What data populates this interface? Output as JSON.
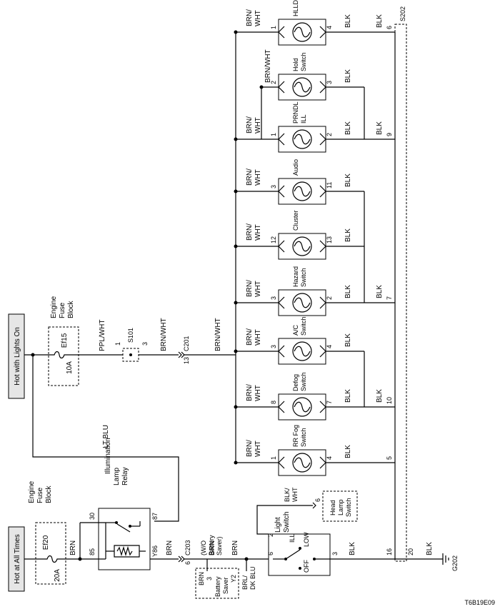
{
  "diagram": {
    "code": "T6B19E09",
    "power": {
      "hot_at_all_times": "Hot at All Times",
      "hot_with_lights_on": "Hot with Lights On"
    },
    "fuses": {
      "ef20": {
        "name": "Ef20",
        "rating": "20A",
        "block": [
          "Engine",
          "Fuse",
          "Block"
        ]
      },
      "ef15": {
        "name": "Ef15",
        "rating": "10A",
        "block": [
          "Engine",
          "Fuse",
          "Block"
        ]
      }
    },
    "relay": {
      "title": [
        "Illumination",
        "Lamp",
        "Relay"
      ],
      "pins": {
        "p30": "30",
        "p85": "85",
        "p86": "Y86",
        "p87": "87"
      }
    },
    "connectors": {
      "s101": {
        "name": "S101",
        "pin_in": "1",
        "pin_out": "3"
      },
      "c201": {
        "name": "C201",
        "pin": "13"
      },
      "c203": {
        "name": "C203",
        "pin": "6"
      },
      "s202": {
        "name": "S202"
      },
      "g202": {
        "name": "G202"
      }
    },
    "wires": {
      "brn": "BRN",
      "ppl_wht": "PPL/WHT",
      "lt_blu": "LT BLU",
      "brn_wht": "BRN/WHT",
      "brn_wht_top": "BRN/",
      "brn_wht_bottom": "WHT",
      "blk": "BLK",
      "blk_wht_top": "BLK/",
      "blk_wht_bottom": "WHT",
      "brl": "BRL/",
      "dk_blu": "DK BLU"
    },
    "wo_battery_saver": [
      "(W/O",
      "Battery",
      "Saver)"
    ],
    "battery_saver": {
      "name": [
        "Battery",
        "Saver"
      ],
      "pin_brn": "3",
      "pin_brl": "Y2"
    },
    "light_switch": {
      "name": [
        "Light",
        "Switch"
      ],
      "pins": {
        "p2": "2",
        "p6": "6",
        "p3": "3"
      },
      "positions": {
        "ill": "ILL",
        "low": "LOW",
        "off": "OFF"
      }
    },
    "head_lamp_switch": {
      "name": [
        "Head",
        "Lamp",
        "Switch"
      ],
      "pin": "6"
    },
    "s202_pins": {
      "p20": "20",
      "p16": "16",
      "p5": "5",
      "p10": "10",
      "p7": "7",
      "p9": "9",
      "p6": "6"
    },
    "bulbs": [
      {
        "name": [
          "RR Fog",
          "Switch"
        ],
        "pin_in": "1",
        "pin_out": "4"
      },
      {
        "name": [
          "Defog",
          "Switch"
        ],
        "pin_in": "8",
        "pin_out": "7"
      },
      {
        "name": [
          "A/C",
          "Switch"
        ],
        "pin_in": "3",
        "pin_out": "4"
      },
      {
        "name": [
          "Hazard",
          "Switch"
        ],
        "pin_in": "3",
        "pin_out": "2"
      },
      {
        "name": [
          "Cluster"
        ],
        "pin_in": "12",
        "pin_out": "13"
      },
      {
        "name": [
          "Audio"
        ],
        "pin_in": "3",
        "pin_out": "11"
      },
      {
        "name": [
          "PRNDL",
          "ILL"
        ],
        "pin_in": "1",
        "pin_out": "2"
      },
      {
        "name": [
          "Hold",
          "Switch"
        ],
        "pin_in": "2",
        "pin_out": "3"
      },
      {
        "name": [
          "HLLD"
        ],
        "pin_in": "1",
        "pin_out": "4"
      }
    ]
  }
}
